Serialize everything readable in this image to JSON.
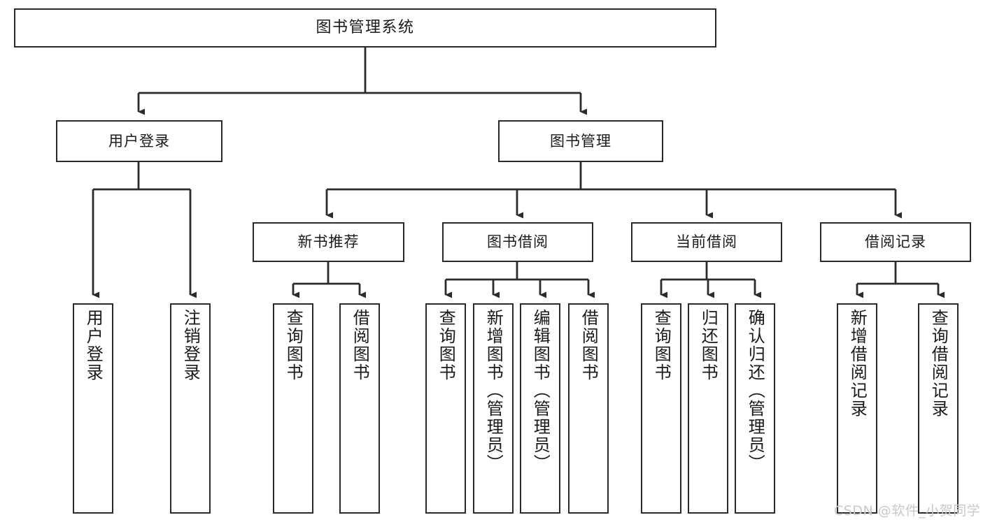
{
  "diagram": {
    "type": "tree-hierarchy-chart",
    "title": "图书管理系统",
    "colors": {
      "background": "#ffffff",
      "box_border": "#2b2b2b",
      "box_fill": "#ffffff",
      "edge": "#2b2b2b",
      "text": "#1a1a1a",
      "watermark": "#c9c9c9"
    },
    "root": {
      "label": "图书管理系统"
    },
    "level1": [
      {
        "label": "用户登录"
      },
      {
        "label": "图书管理"
      }
    ],
    "level2": [
      {
        "label": "新书推荐"
      },
      {
        "label": "图书借阅"
      },
      {
        "label": "当前借阅"
      },
      {
        "label": "借阅记录"
      }
    ],
    "leaves": {
      "user_login": [
        {
          "label": "用户登录"
        },
        {
          "label": "注销登录"
        }
      ],
      "new_book_recommend": [
        {
          "label": "查询图书"
        },
        {
          "label": "借阅图书"
        }
      ],
      "book_borrow": [
        {
          "label": "查询图书"
        },
        {
          "label": "新增图书（管理员）"
        },
        {
          "label": "编辑图书（管理员）"
        },
        {
          "label": "借阅图书"
        }
      ],
      "current_borrow": [
        {
          "label": "查询图书"
        },
        {
          "label": "归还图书"
        },
        {
          "label": "确认归还（管理员）"
        }
      ],
      "borrow_record": [
        {
          "label": "新增借阅记录"
        },
        {
          "label": "查询借阅记录"
        }
      ]
    },
    "watermark": "CSDN @软件_小贺同学"
  }
}
